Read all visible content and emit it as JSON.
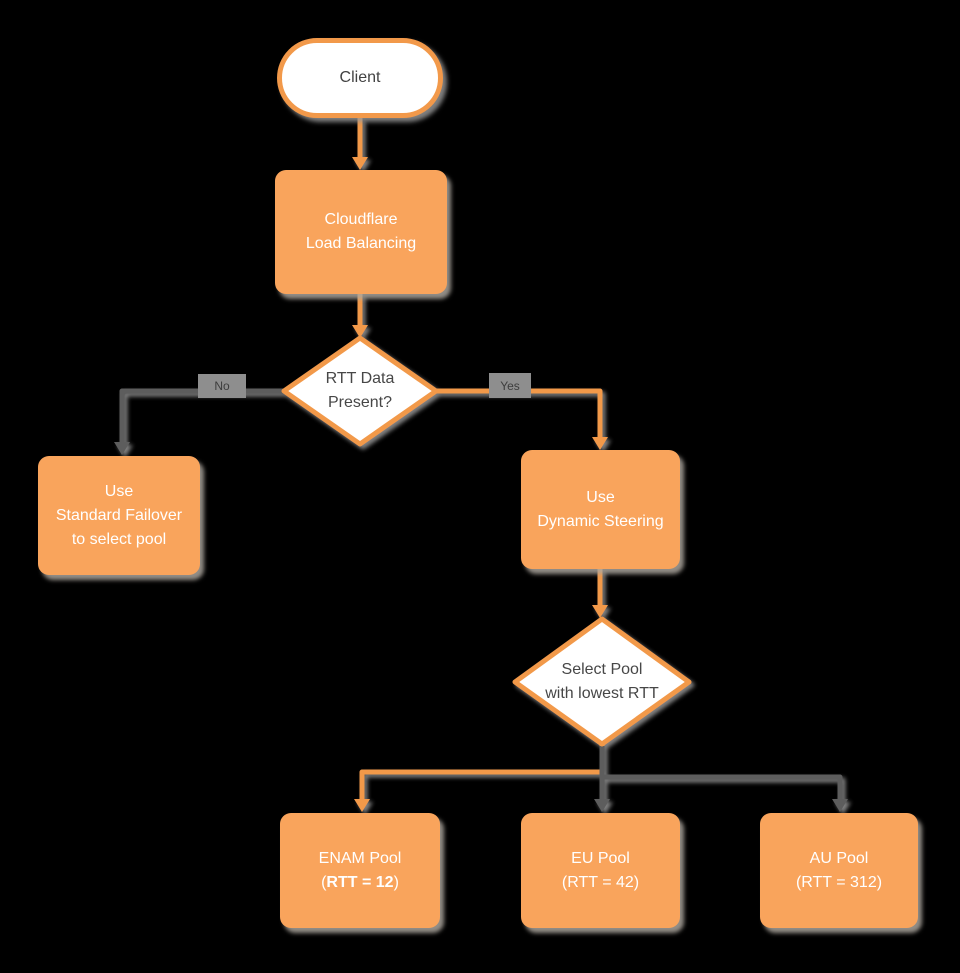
{
  "nodes": {
    "client": {
      "label": "Client"
    },
    "load_balancer": {
      "line1": "Cloudflare",
      "line2": "Load Balancing"
    },
    "rtt_decision": {
      "line1": "RTT Data",
      "line2": "Present?"
    },
    "standard_failover": {
      "line1": "Use",
      "line2": "Standard Failover",
      "line3": "to select pool"
    },
    "dynamic_steering": {
      "line1": "Use",
      "line2": "Dynamic Steering"
    },
    "select_pool": {
      "line1": "Select Pool",
      "line2": "with lowest RTT"
    },
    "enam_pool": {
      "line1": "ENAM Pool",
      "line2_open": "(",
      "line2_bold": "RTT = 12",
      "line2_close": ")"
    },
    "eu_pool": {
      "line1": "EU Pool",
      "line2": "(RTT = 42)"
    },
    "au_pool": {
      "line1": "AU Pool",
      "line2": "(RTT = 312)"
    }
  },
  "edge_labels": {
    "no": "No",
    "yes": "Yes"
  },
  "colors": {
    "node_fill": "#F9A45C",
    "node_border": "#F2994A",
    "selected_path": "#F2994A",
    "alternate_path": "#5D5D5D",
    "edge_label_bg": "#8E8E8E",
    "diamond_fill": "#FFFFFF",
    "text_on_orange": "#FFFFFF",
    "text_dark": "#474747",
    "background": "#000000"
  }
}
